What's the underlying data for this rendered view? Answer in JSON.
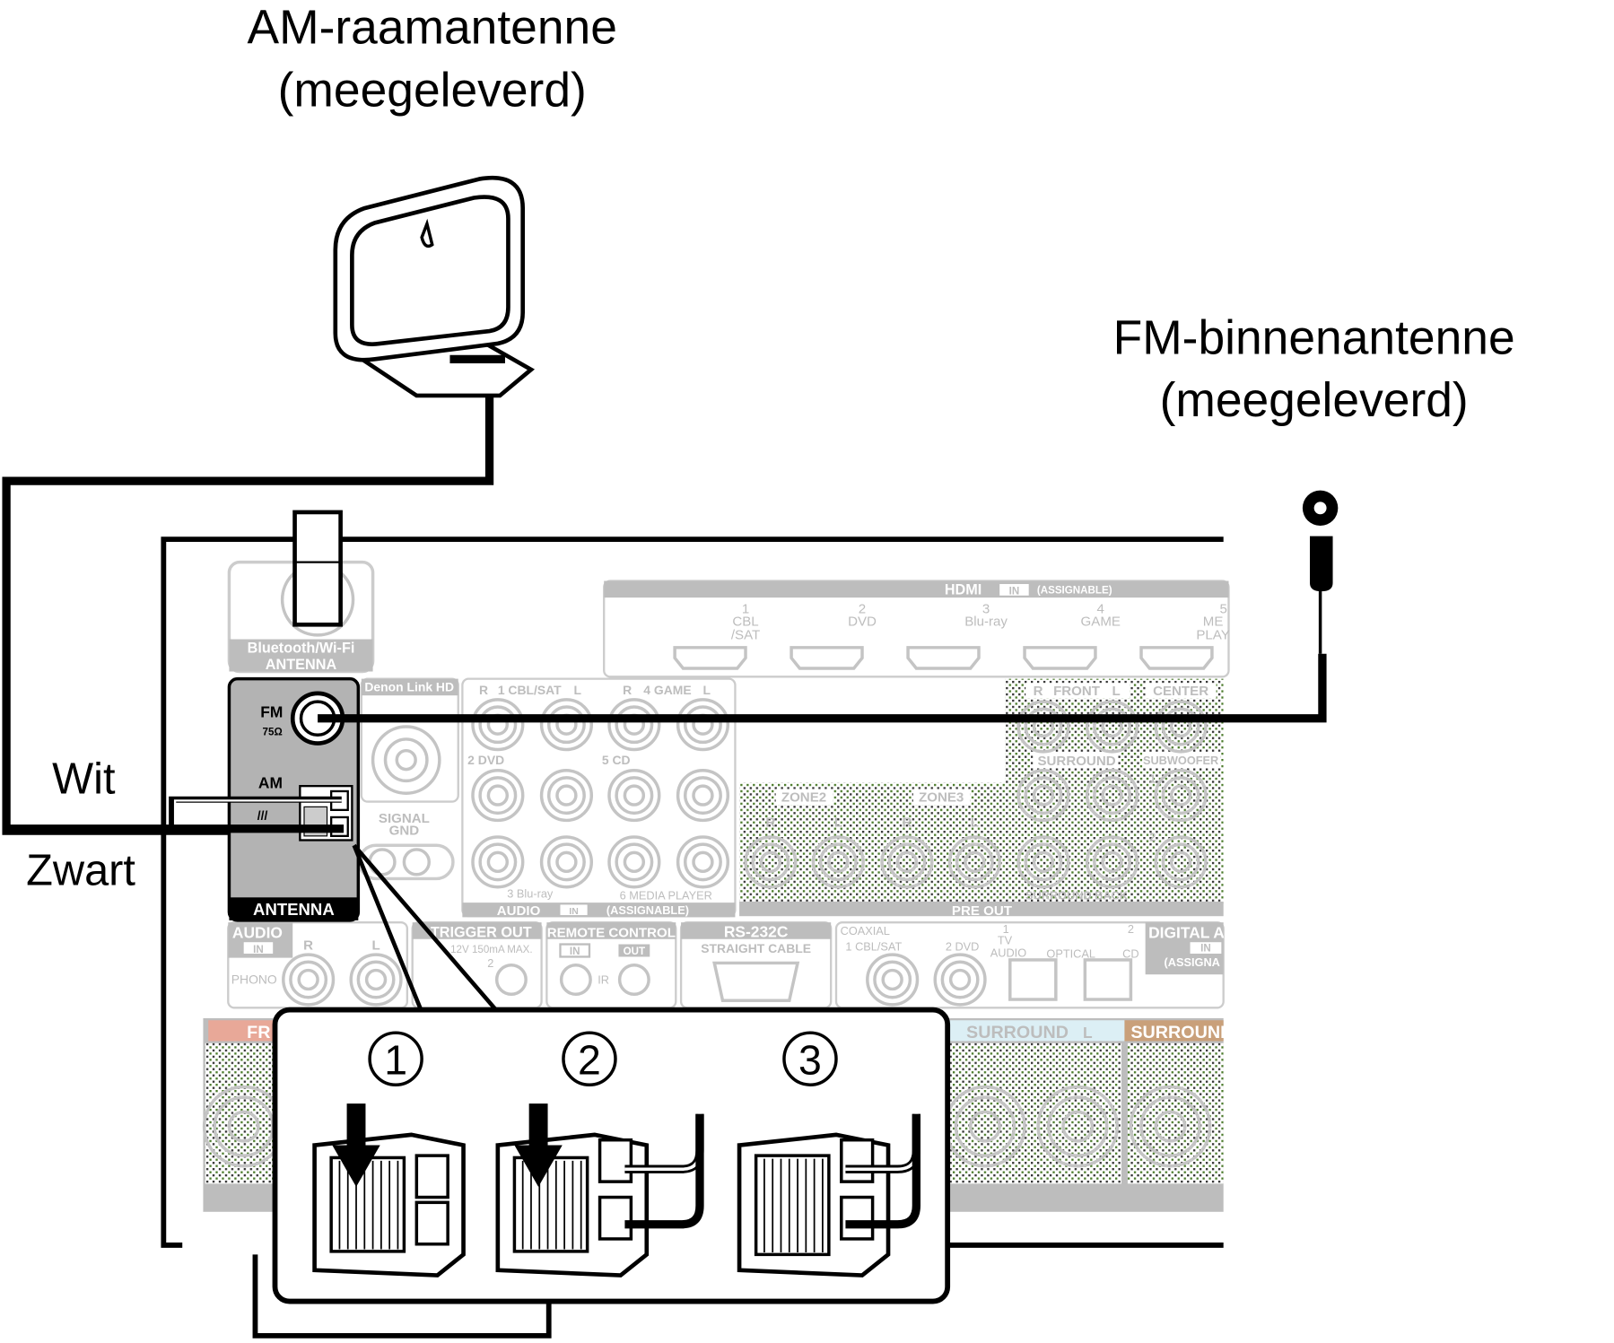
{
  "titles": {
    "am_antenna": [
      "AM-raamantenne",
      "(meegeleverd)"
    ],
    "fm_antenna": [
      "FM-binnenantenne",
      "(meegeleverd)"
    ]
  },
  "wire_labels": {
    "white": "Wit",
    "black": "Zwart"
  },
  "steps": [
    "①",
    "②",
    "③"
  ],
  "panel": {
    "bt_antenna": [
      "Bluetooth/Wi-Fi",
      "ANTENNA"
    ],
    "antenna": {
      "title": "ANTENNA",
      "fm": "FM",
      "fm_ohm": "75Ω",
      "am": "AM"
    },
    "denon_link": "Denon Link HD",
    "signal_gnd": [
      "SIGNAL",
      "GND"
    ],
    "hdmi": {
      "title": "HDMI",
      "in": "IN",
      "assignable": "(ASSIGNABLE)",
      "inputs": [
        [
          "1",
          "CBL",
          "/SAT"
        ],
        [
          "2",
          "DVD"
        ],
        [
          "3",
          "Blu-ray"
        ],
        [
          "4",
          "GAME"
        ],
        [
          "5",
          "ME",
          "PLAY"
        ]
      ]
    },
    "audio_in": {
      "r1": "R",
      "l1": "L",
      "in1": "1 CBL/SAT",
      "in4": "4 GAME",
      "in2": "2 DVD",
      "in5": "5 CD",
      "in3": "3 Blu-ray",
      "in6": "6 MEDIA PLAYER",
      "title": "AUDIO",
      "in": "IN",
      "assignable": "(ASSIGNABLE)"
    },
    "pre_out": {
      "title": "PRE OUT",
      "zone2": "ZONE2",
      "zone3": "ZONE3",
      "r": "R",
      "l": "L",
      "front": "FRONT",
      "center": "CENTER",
      "surround": "SURROUND",
      "subwoofer": "SUBWOOFER",
      "surround_back": "SURROUND BACK",
      "sw1": "1",
      "sw2": "2"
    },
    "phono": {
      "audio": "AUDIO",
      "in": "IN",
      "r": "R",
      "l": "L",
      "phono": "PHONO"
    },
    "trigger": {
      "title": "TRIGGER OUT",
      "spec": "12V 150mA MAX.",
      "n2": "2"
    },
    "remote": {
      "title": "REMOTE CONTROL",
      "in": "IN",
      "out": "OUT",
      "ir": "IR"
    },
    "rs232": {
      "title": "RS-232C",
      "sub": "STRAIGHT CABLE"
    },
    "digital": {
      "coaxial": "COAXIAL",
      "c1": "1 CBL/SAT",
      "c2": "2 DVD",
      "o1": "1",
      "tv": "TV",
      "audio": "AUDIO",
      "optical": "OPTICAL",
      "o2": "2",
      "cd": "CD",
      "title": "DIGITAL A",
      "in": "IN",
      "assignable": "(ASSIGNA"
    },
    "speakers": {
      "front": "FR",
      "surround_l": "SURROUND",
      "surround_l_ch": "L",
      "surround_r": "SURROUND"
    }
  },
  "colors": {
    "panel_gray": "#bdbdbd",
    "antenna_block": "#b3b3b3",
    "surround_l_bg": "#dcefF5",
    "surround_r_bg": "#c9a07a",
    "front_bg": "#e8a898"
  }
}
